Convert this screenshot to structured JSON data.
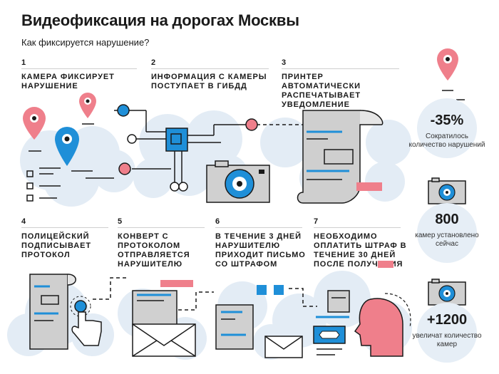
{
  "title": "Видеофиксация на дорогах Москвы",
  "subtitle": "Как фиксируется нарушение?",
  "colors": {
    "blue": "#1f8fd8",
    "pink": "#ef7f8b",
    "lightblue": "#dfe9f3",
    "gray": "#c9c9c9",
    "dark": "#1a1a1a"
  },
  "steps": [
    {
      "num": "1",
      "text": "Камера фиксирует нарушение"
    },
    {
      "num": "2",
      "text": "Информация с камеры поступает в ГИБДД"
    },
    {
      "num": "3",
      "text": "Принтер автоматически распечатывает уведомление"
    },
    {
      "num": "4",
      "text": "Полицейский подписывает протокол"
    },
    {
      "num": "5",
      "text": "Конверт с протоколом отправляется нарушителю"
    },
    {
      "num": "6",
      "text": "В течение 3 дней нарушителю приходит письмо со штрафом"
    },
    {
      "num": "7",
      "text": "Необходимо оплатить штраф в течение 30 дней после получения"
    }
  ],
  "stats": [
    {
      "value": "-35%",
      "caption": "Сократилось количество нарушений"
    },
    {
      "value": "800",
      "caption": "камер установлено сейчас"
    },
    {
      "value": "+1200",
      "caption": "увеличат количество камер"
    }
  ],
  "icons": [
    "map-pin-icon",
    "camera-icon",
    "printer-paper-icon",
    "document-icon",
    "hand-pointer-icon",
    "envelope-icon",
    "head-profile-icon",
    "banknote-icon",
    "chip-icon"
  ]
}
